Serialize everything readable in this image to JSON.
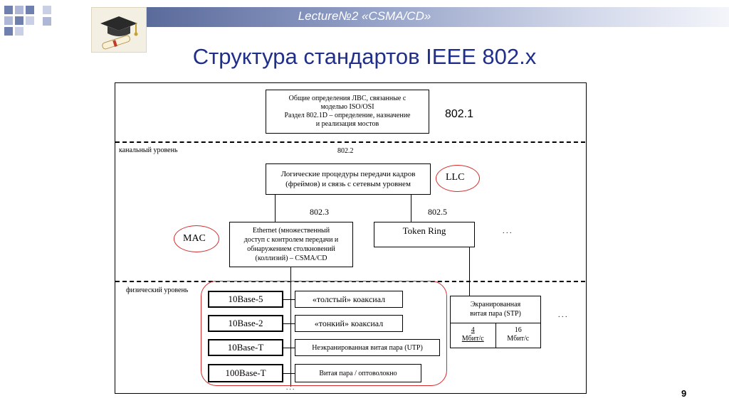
{
  "header": {
    "lecture": "Lecture№2 «CSMA/CD»",
    "title": "Структура стандартов IEEE 802.x",
    "page_number": "9"
  },
  "diagram": {
    "box_8021": "Общие определения ЛВС, связанные с\nмоделью ISO/OSI\nРаздел 802.1D – определение, назначение\nи реализация мостов",
    "label_8021": "802.1",
    "data_link_layer": "канальный уровень",
    "label_8022": "802.2",
    "box_llc": "Логические процедуры передачи кадров\n(фреймов) и связь с сетевым уровнем",
    "llc": "LLC",
    "label_8023": "802.3",
    "label_8025": "802.5",
    "mac": "MAC",
    "box_ethernet": "Ethernet (множественный\nдоступ с контролем передачи и\nобнаружением столкновений\n(коллизий) – CSMA/CD",
    "box_token_ring": "Token Ring",
    "ellipsis": ". . .",
    "physical_layer": "физический уровень",
    "standards": [
      {
        "name": "10Base-5",
        "medium": "«толстый» коаксиал"
      },
      {
        "name": "10Base-2",
        "medium": "«тонкий» коаксиал"
      },
      {
        "name": "10Base-T",
        "medium": "Неэкранированная витая пара (UTP)"
      },
      {
        "name": "100Base-T",
        "medium": "Витая пара / оптоволокно"
      }
    ],
    "stp": {
      "title": "Экранированная\nвитая пара (STP)",
      "speed_4": "4\nМбит/с",
      "speed_16": "16\nМбит/с"
    }
  }
}
